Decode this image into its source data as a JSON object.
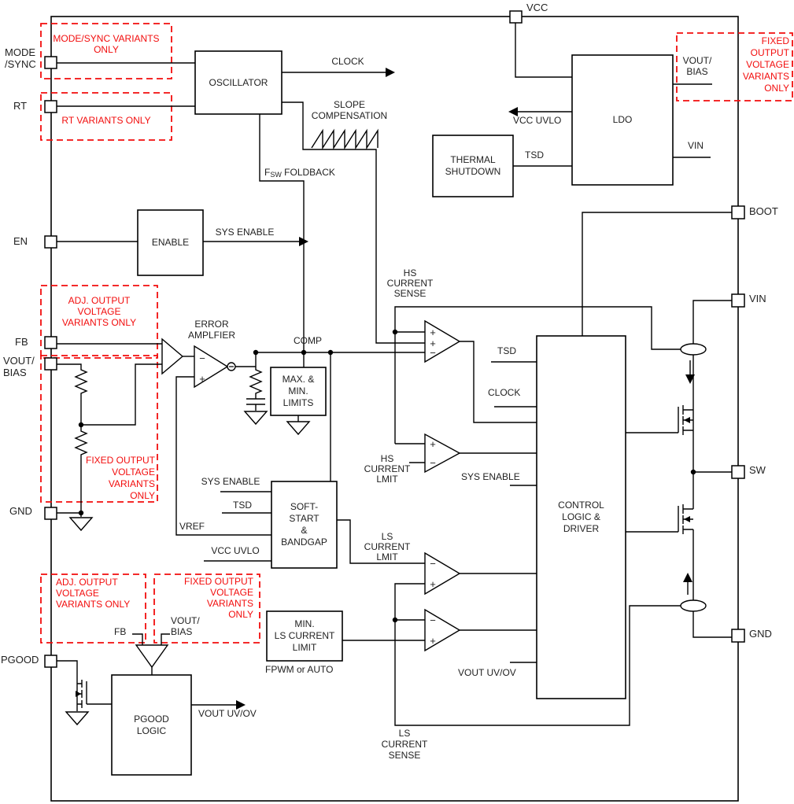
{
  "colors": {
    "wire": "#000000",
    "variant_red": "#f20d0d",
    "background": "#ffffff"
  },
  "pins": {
    "mode_sync": [
      "MODE",
      "/SYNC"
    ],
    "rt": "RT",
    "en": "EN",
    "fb": "FB",
    "vout_bias": [
      "VOUT/",
      "BIAS"
    ],
    "gnd": "GND",
    "pgood": "PGOOD",
    "vcc": "VCC",
    "boot": "BOOT",
    "vin": "VIN",
    "sw": "SW"
  },
  "blocks": {
    "oscillator": "OSCILLATOR",
    "enable": "ENABLE",
    "ldo": "LDO",
    "thermal": [
      "THERMAL",
      "SHUTDOWN"
    ],
    "max_min": [
      "MAX. &",
      "MIN.",
      "LIMITS"
    ],
    "soft_start": [
      "SOFT-",
      "START",
      "&",
      "BANDGAP"
    ],
    "min_ls": [
      "MIN.",
      "LS CURRENT",
      "LIMIT"
    ],
    "control": [
      "CONTROL",
      "LOGIC &",
      "DRIVER"
    ],
    "pgood_logic": [
      "PGOOD",
      "LOGIC"
    ]
  },
  "signals": {
    "clock": "CLOCK",
    "slope": [
      "SLOPE",
      "COMPENSATION"
    ],
    "fsw": {
      "f": "F",
      "sub": "SW",
      "rest": " FOLDBACK"
    },
    "sys_enable": "SYS ENABLE",
    "comp": "COMP",
    "error_amp": [
      "ERROR",
      "AMPLFIER"
    ],
    "vref": "VREF",
    "tsd": "TSD",
    "vcc_uvlo": "VCC UVLO",
    "hs_sense": [
      "HS",
      "CURRENT",
      "SENSE"
    ],
    "hs_limit": [
      "HS",
      "CURRENT",
      "LMIT"
    ],
    "ls_limit": [
      "LS",
      "CURRENT",
      "LMIT"
    ],
    "ls_sense": [
      "LS",
      "CURRENT",
      "SENSE"
    ],
    "vout_uvov": "VOUT UV/OV",
    "fpwm": "FPWM or AUTO"
  },
  "variants": {
    "mode_sync": [
      "MODE/SYNC VARIANTS",
      "ONLY"
    ],
    "rt": "RT VARIANTS ONLY",
    "adj": [
      "ADJ. OUTPUT",
      "VOLTAGE",
      "VARIANTS ONLY"
    ],
    "fixed": [
      "FIXED OUTPUT",
      "VOLTAGE",
      "VARIANTS",
      "ONLY"
    ],
    "fixed_narrow": [
      "FIXED",
      "OUTPUT",
      "VOLTAGE",
      "VARIANTS",
      "ONLY"
    ]
  },
  "sym": {
    "plus": "+",
    "minus": "−"
  }
}
